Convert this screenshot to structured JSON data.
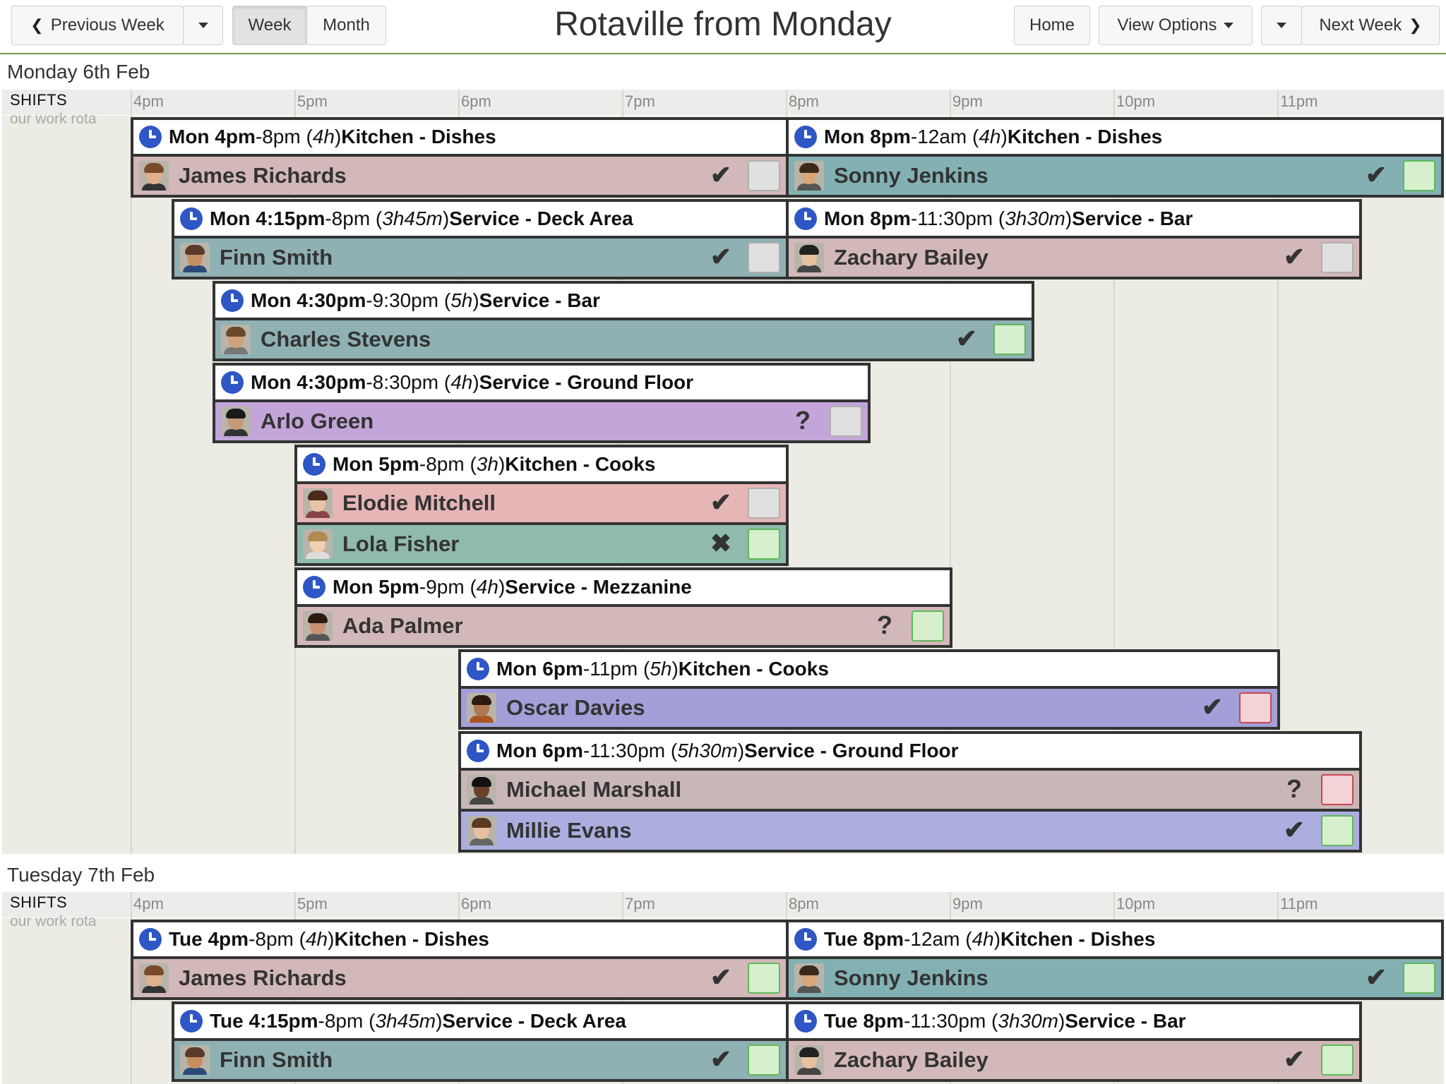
{
  "toolbar": {
    "prev_label": "Previous Week",
    "week_label": "Week",
    "month_label": "Month",
    "title": "Rotaville from Monday",
    "home_label": "Home",
    "view_options_label": "View Options",
    "next_label": "Next Week"
  },
  "hours": [
    "4pm",
    "5pm",
    "6pm",
    "7pm",
    "8pm",
    "9pm",
    "10pm",
    "11pm"
  ],
  "shifts_label": "SHIFTS",
  "shifts_sub": "our work rota",
  "days": [
    {
      "title": "Monday 6th Feb",
      "shifts": [
        {
          "day": "Mon",
          "start": "4pm",
          "end": "8pm",
          "duration": "4h",
          "role": "Kitchen - Dishes",
          "people": [
            {
              "name": "James Richards",
              "status": "✔",
              "box": "grey",
              "color": "#d3b8b9"
            }
          ]
        },
        {
          "day": "Mon",
          "start": "8pm",
          "end": "12am",
          "duration": "4h",
          "role": "Kitchen - Dishes",
          "people": [
            {
              "name": "Sonny Jenkins",
              "status": "✔",
              "box": "green",
              "color": "#83b1b3"
            }
          ]
        },
        {
          "day": "Mon",
          "start": "4:15pm",
          "end": "8pm",
          "duration": "3h45m",
          "role": "Service - Deck Area",
          "people": [
            {
              "name": "Finn Smith",
              "status": "✔",
              "box": "grey",
              "color": "#8fb1b3"
            }
          ]
        },
        {
          "day": "Mon",
          "start": "8pm",
          "end": "11:30pm",
          "duration": "3h30m",
          "role": "Service - Bar",
          "people": [
            {
              "name": "Zachary Bailey",
              "status": "✔",
              "box": "grey",
              "color": "#d3b8b9"
            }
          ]
        },
        {
          "day": "Mon",
          "start": "4:30pm",
          "end": "9:30pm",
          "duration": "5h",
          "role": "Service - Bar",
          "people": [
            {
              "name": "Charles Stevens",
              "status": "✔",
              "box": "green",
              "color": "#8fb1b3"
            }
          ]
        },
        {
          "day": "Mon",
          "start": "4:30pm",
          "end": "8:30pm",
          "duration": "4h",
          "role": "Service - Ground Floor",
          "people": [
            {
              "name": "Arlo Green",
              "status": "?",
              "box": "grey",
              "color": "#c3a5d9"
            }
          ]
        },
        {
          "day": "Mon",
          "start": "5pm",
          "end": "8pm",
          "duration": "3h",
          "role": "Kitchen - Cooks",
          "people": [
            {
              "name": "Elodie Mitchell",
              "status": "✔",
              "box": "grey",
              "color": "#e6b5b5"
            },
            {
              "name": "Lola Fisher",
              "status": "✖",
              "box": "green",
              "color": "#8fbaad"
            }
          ]
        },
        {
          "day": "Mon",
          "start": "5pm",
          "end": "9pm",
          "duration": "4h",
          "role": "Service - Mezzanine",
          "people": [
            {
              "name": "Ada Palmer",
              "status": "?",
              "box": "green",
              "color": "#d3b8b9"
            }
          ]
        },
        {
          "day": "Mon",
          "start": "6pm",
          "end": "11pm",
          "duration": "5h",
          "role": "Kitchen - Cooks",
          "people": [
            {
              "name": "Oscar Davies",
              "status": "✔",
              "box": "red",
              "color": "#a39fd8"
            }
          ]
        },
        {
          "day": "Mon",
          "start": "6pm",
          "end": "11:30pm",
          "duration": "5h30m",
          "role": "Service - Ground Floor",
          "people": [
            {
              "name": "Michael Marshall",
              "status": "?",
              "box": "red",
              "color": "#c9b7b8"
            },
            {
              "name": "Millie Evans",
              "status": "✔",
              "box": "green",
              "color": "#abaede"
            }
          ]
        }
      ]
    },
    {
      "title": "Tuesday 7th Feb",
      "shifts": [
        {
          "day": "Tue",
          "start": "4pm",
          "end": "8pm",
          "duration": "4h",
          "role": "Kitchen - Dishes",
          "people": [
            {
              "name": "James Richards",
              "status": "✔",
              "box": "green",
              "color": "#d3b8b9"
            }
          ]
        },
        {
          "day": "Tue",
          "start": "8pm",
          "end": "12am",
          "duration": "4h",
          "role": "Kitchen - Dishes",
          "people": [
            {
              "name": "Sonny Jenkins",
              "status": "✔",
              "box": "green",
              "color": "#83b1b3"
            }
          ]
        },
        {
          "day": "Tue",
          "start": "4:15pm",
          "end": "8pm",
          "duration": "3h45m",
          "role": "Service - Deck Area",
          "people": [
            {
              "name": "Finn Smith",
              "status": "✔",
              "box": "green",
              "color": "#8fb1b3"
            }
          ]
        },
        {
          "day": "Tue",
          "start": "8pm",
          "end": "11:30pm",
          "duration": "3h30m",
          "role": "Service - Bar",
          "people": [
            {
              "name": "Zachary Bailey",
              "status": "✔",
              "box": "green",
              "color": "#d3b8b9"
            }
          ]
        }
      ]
    }
  ]
}
